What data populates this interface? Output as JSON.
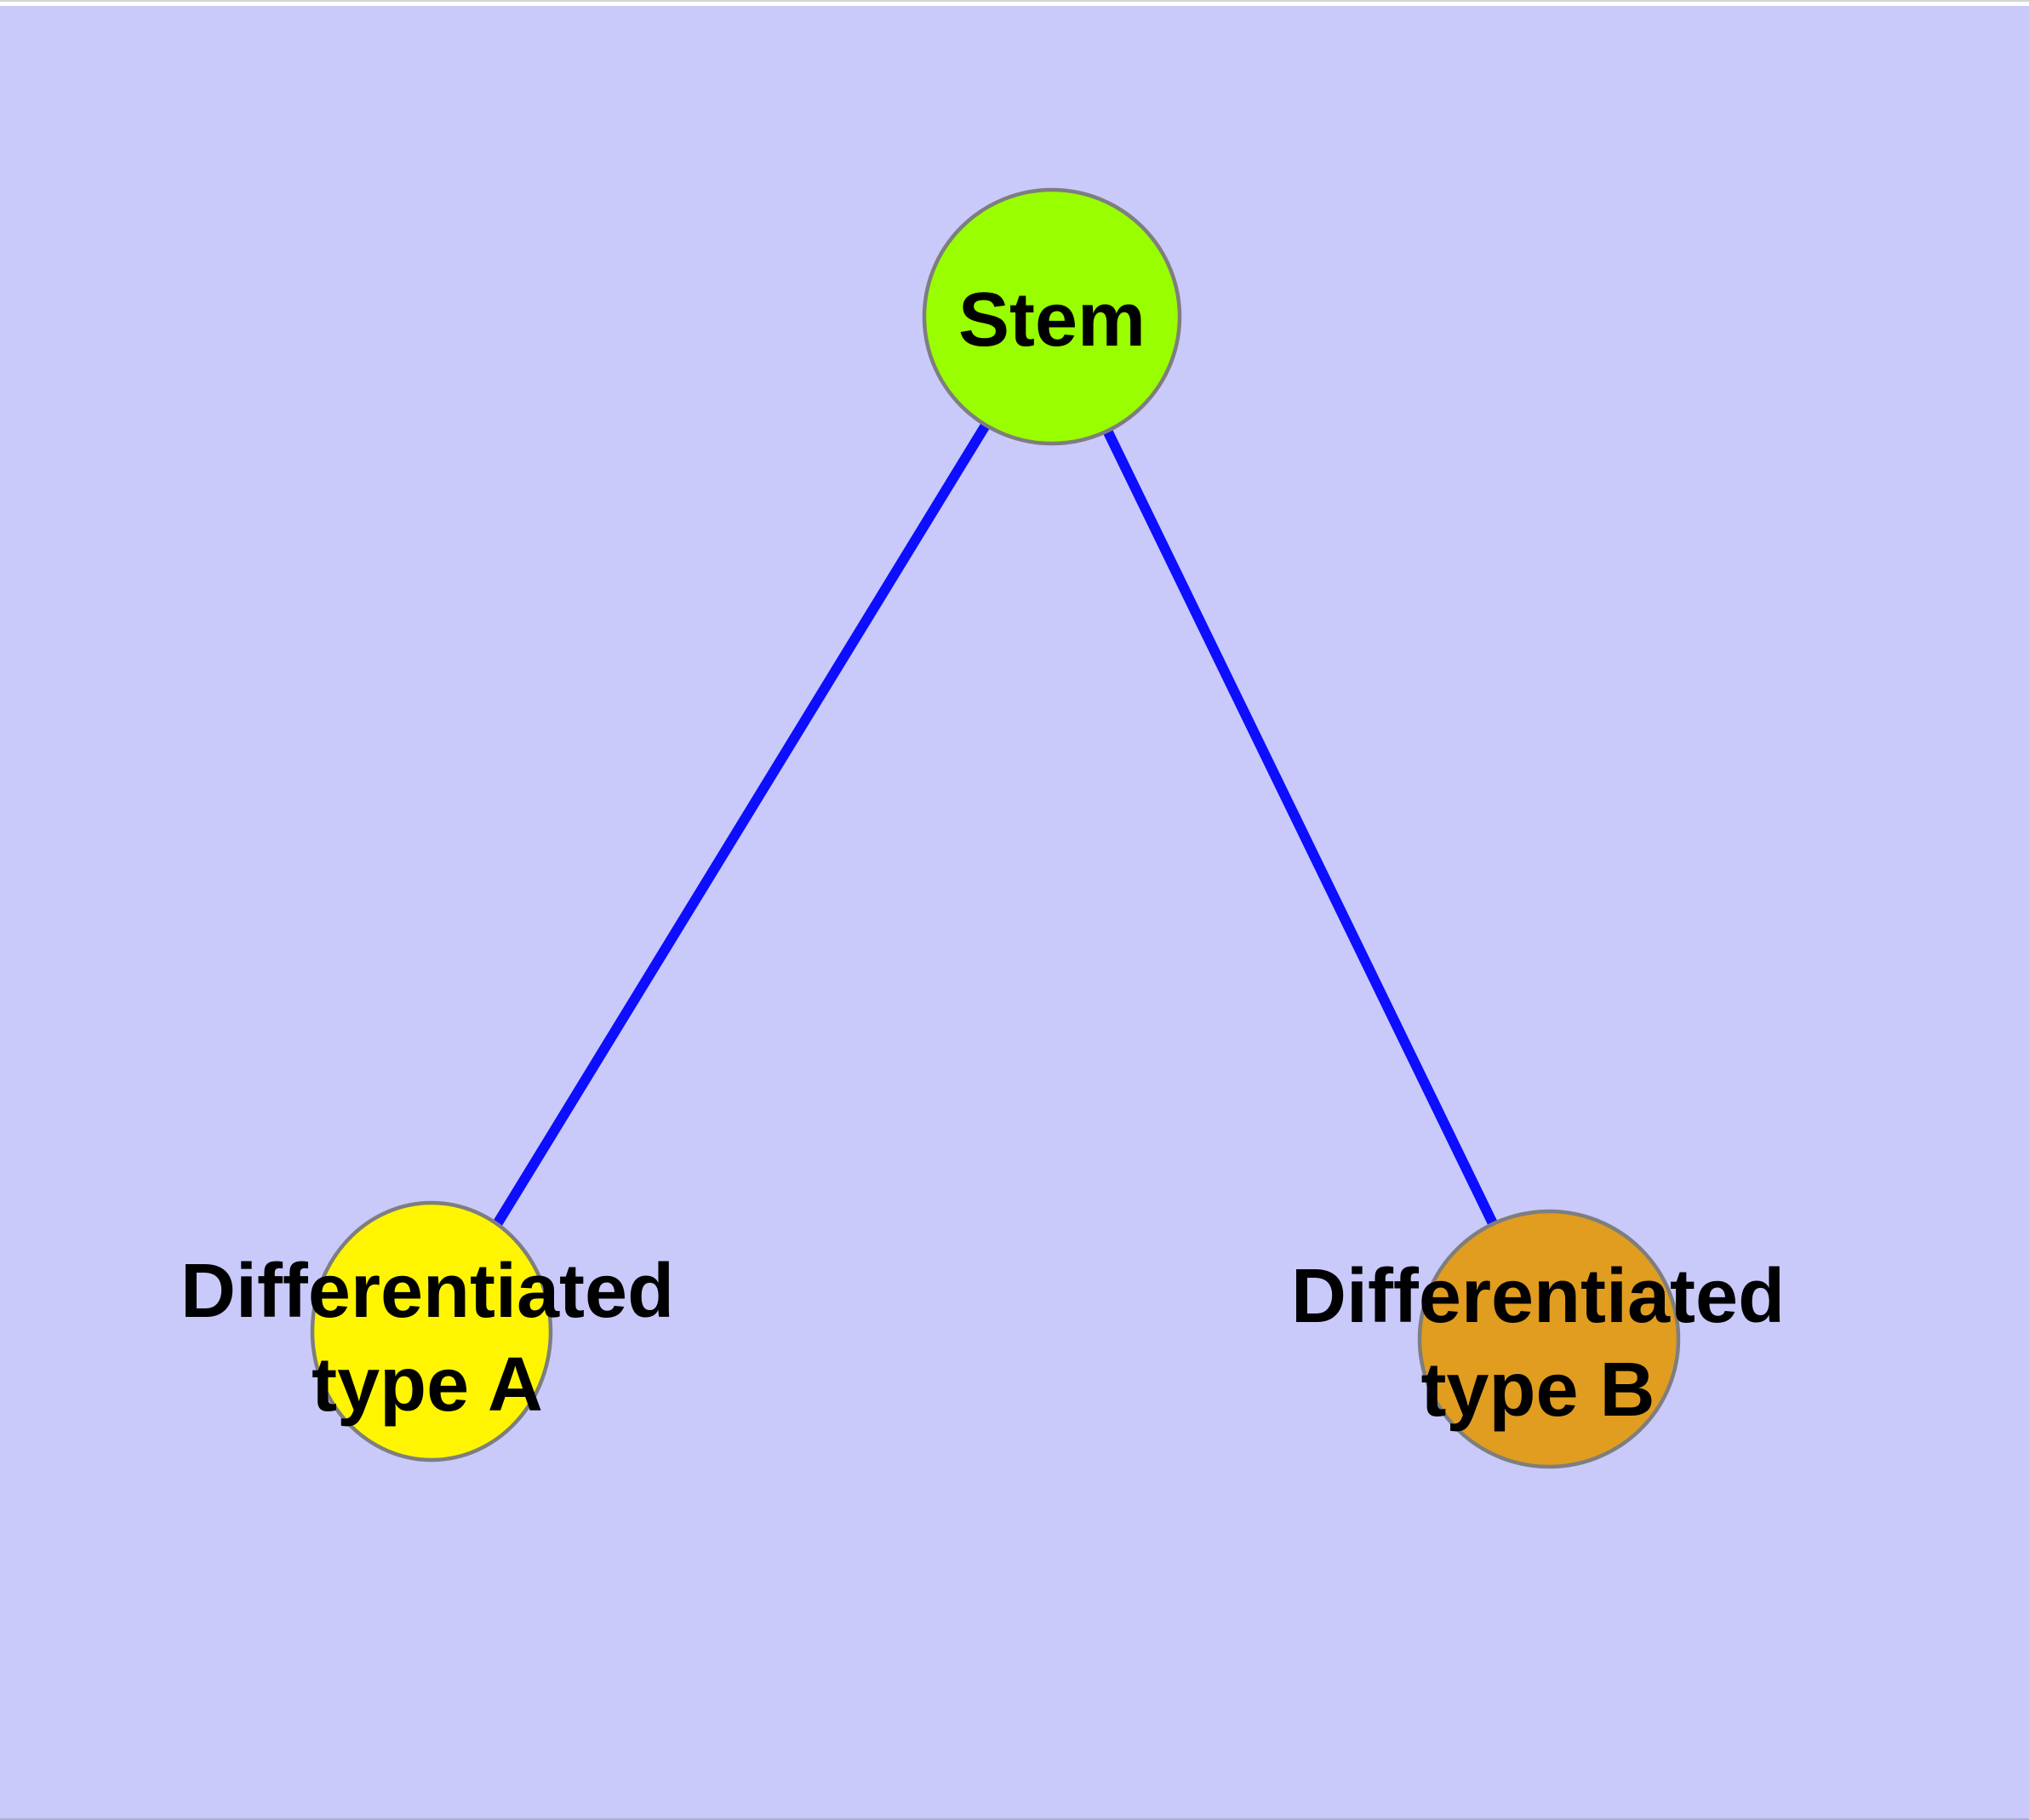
{
  "figure": {
    "background_color": "#c9c9fa",
    "top_strip_color": "#ffffff"
  },
  "diagram": {
    "type": "graph",
    "edge_color": "#0d0dff",
    "node_border_color": "#7e7e7e",
    "label_color": "#000000",
    "nodes": [
      {
        "id": "stem",
        "label": "Stem",
        "fill": "#99fe00"
      },
      {
        "id": "differentiated-type-a",
        "label": "Differentiated\ntype A",
        "fill": "#fff500"
      },
      {
        "id": "differentiated-type-b",
        "label": "Differentiated\ntype B",
        "fill": "#e19d20"
      }
    ],
    "edges": [
      {
        "source": "Stem",
        "target": "Differentiated type A"
      },
      {
        "source": "Stem",
        "target": "Differentiated type B"
      }
    ]
  }
}
